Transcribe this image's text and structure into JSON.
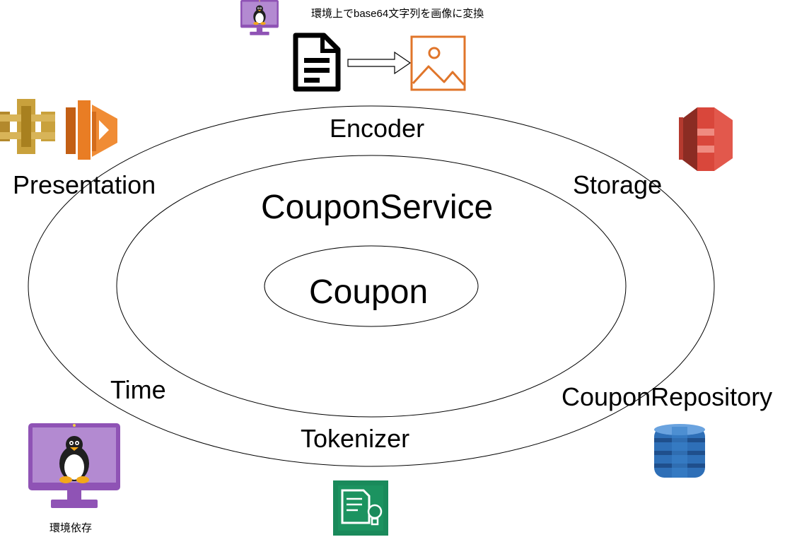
{
  "layers": {
    "core": "Coupon",
    "service": "CouponService"
  },
  "adapters": {
    "encoder": "Encoder",
    "presentation": "Presentation",
    "storage": "Storage",
    "time": "Time",
    "tokenizer": "Tokenizer",
    "repository": "CouponRepository"
  },
  "notes": {
    "encoder_note": "環境上でbase64文字列を画像に変換",
    "env_dependency": "環境依存"
  },
  "icons": {
    "encoder_env": "linux-monitor-icon",
    "document": "document-icon",
    "arrow": "arrow-right-icon",
    "image": "image-icon",
    "api_gateway": "aws-api-gateway-icon",
    "lambda": "aws-lambda-icon",
    "s3": "aws-s3-icon",
    "dynamodb": "aws-dynamodb-icon",
    "time_env": "linux-monitor-icon",
    "comprehend": "aws-comprehend-icon"
  },
  "colors": {
    "monitor_purple": "#8c4fff",
    "monitor_screen": "#b38ad1",
    "aws_gold": "#c9a13c",
    "aws_orange": "#e97d24",
    "s3_red": "#d9473b",
    "dynamo_blue": "#2e6fb7",
    "comprehend_green": "#1a8a5b"
  }
}
